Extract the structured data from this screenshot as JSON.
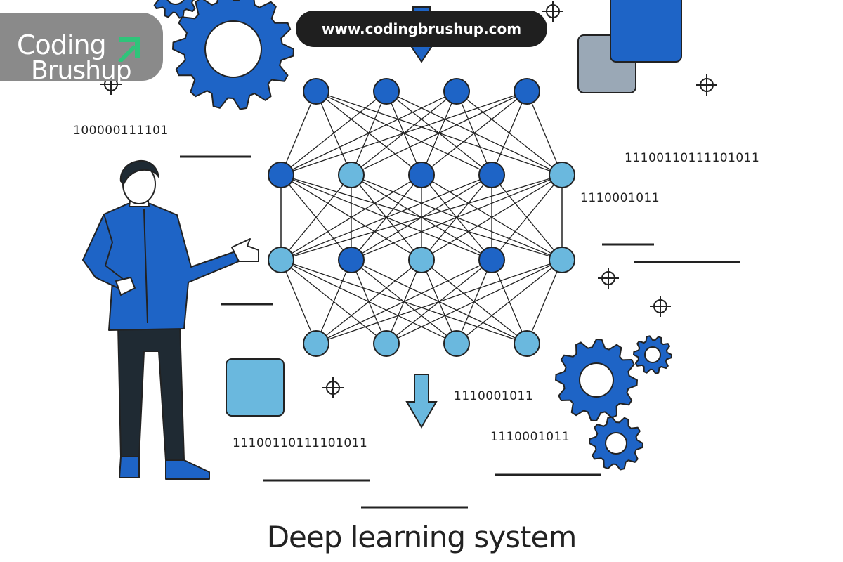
{
  "brand": {
    "line1": "Coding",
    "line2": "Brushup",
    "badge_color": "#8a8a8a",
    "accent_color": "#2fc47a"
  },
  "url_text": "www.codingbrushup.com",
  "binary_labels": {
    "top_left": "100000111101",
    "right_top": "11100110111101011",
    "right_mid": "1110001011",
    "bottom_mid": "1110001011",
    "bottom_right": "1110001011",
    "bottom_left": "11100110111101011"
  },
  "caption": "Deep learning system",
  "colors": {
    "dark_blue": "#1e64c6",
    "light_blue": "#6ab8de",
    "outline": "#222222",
    "gray_square": "#9aa8b6",
    "pants": "#1f2a33"
  },
  "network": {
    "layers": [
      [
        "dark",
        "dark",
        "dark",
        "dark"
      ],
      [
        "dark",
        "light",
        "dark",
        "dark",
        "light"
      ],
      [
        "light",
        "dark",
        "light",
        "dark",
        "light"
      ],
      [
        "light",
        "light",
        "light",
        "light"
      ]
    ]
  }
}
